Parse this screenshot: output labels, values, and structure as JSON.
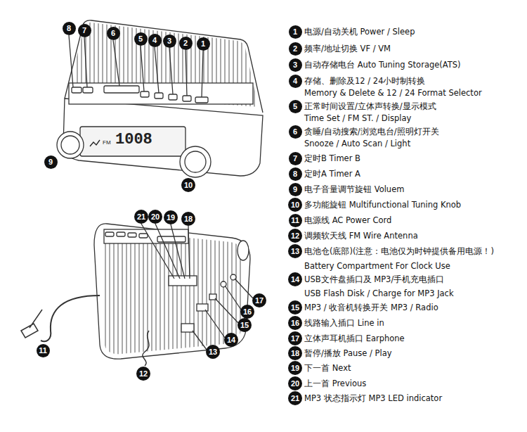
{
  "diagram": {
    "nodes": [
      {
        "text": [
          "8"
        ]
      },
      {
        "text": [
          "7"
        ]
      },
      {
        "text": [
          "6"
        ]
      },
      {
        "text": [
          "5"
        ]
      },
      {
        "text": [
          "4"
        ]
      },
      {
        "text": [
          "3"
        ]
      },
      {
        "text": [
          "2"
        ]
      },
      {
        "text": [
          "1"
        ]
      },
      {
        "text": [
          "9"
        ]
      },
      {
        "text": [
          "10"
        ]
      },
      {
        "text": [
          "21"
        ]
      },
      {
        "text": [
          "20"
        ]
      },
      {
        "text": [
          "19"
        ]
      },
      {
        "text": [
          "18"
        ]
      },
      {
        "text": [
          "17"
        ]
      },
      {
        "text": [
          "16"
        ]
      },
      {
        "text": [
          "15"
        ]
      },
      {
        "text": [
          "14"
        ]
      },
      {
        "text": [
          "13"
        ]
      },
      {
        "text": [
          "12"
        ]
      },
      {
        "text": [
          "11"
        ]
      },
      {
        "text": [
          "1"
        ]
      },
      {
        "text": [
          "2"
        ]
      },
      {
        "text": [
          "3"
        ]
      },
      {
        "text": [
          "4"
        ]
      },
      {
        "text": [
          "5"
        ]
      },
      {
        "text": [
          "6"
        ]
      },
      {
        "text": [
          "7"
        ]
      },
      {
        "text": [
          "8"
        ]
      },
      {
        "text": [
          "9"
        ]
      },
      {
        "text": [
          "10"
        ]
      },
      {
        "text": [
          "11"
        ]
      },
      {
        "text": [
          "12"
        ]
      },
      {
        "text": [
          "13"
        ]
      },
      {
        "text": [
          "14"
        ]
      },
      {
        "text": [
          "15"
        ]
      },
      {
        "text": [
          "16"
        ]
      },
      {
        "text": [
          "17"
        ]
      },
      {
        "text": [
          "18"
        ]
      },
      {
        "text": [
          "19"
        ]
      },
      {
        "text": [
          "20"
        ]
      },
      {
        "text": [
          "21"
        ]
      }
    ],
    "labels": [
      "电源/自动关机 Power / Sleep",
      "频率/地址切换 VF / VM",
      "自动存储电台 Auto Tuning Storage(ATS)",
      "存储、删除及12 / 24小时制转换",
      "Memory & Delete & 12 / 24 Format Selector",
      "正常时间设置/立体声转换/显示模式",
      "Time Set / FM ST. / Display",
      "贪睡/自动搜索/浏览电台/照明灯开关",
      "Snooze / Auto Scan / Light",
      "定时B Timer B",
      "定时A Timer A",
      "电子音量调节旋钮 Voluem",
      "多功能旋钮 Multifunctional Tuning Knob",
      "电源线 AC Power Cord",
      "调频软天线 FM Wire Antenna",
      "电池仓(底部)(注意：电池仅为时钟提供备用电源！)",
      "Battery Compartment For Clock Use",
      "USB文件盘插口及 MP3/手机充电插口",
      "USB Flash Disk / Charge for MP3 Jack",
      "MP3 / 收音机转换开关 MP3 / Radio",
      "线路输入插口 Line in",
      "立体声耳机插口 Earphone",
      "暂停/播放 Pause / Play",
      "下一首 Next",
      "上一首 Previous",
      "MP3 状态指示灯 MP3 LED indicator",
      "FM",
      "1008"
    ]
  }
}
